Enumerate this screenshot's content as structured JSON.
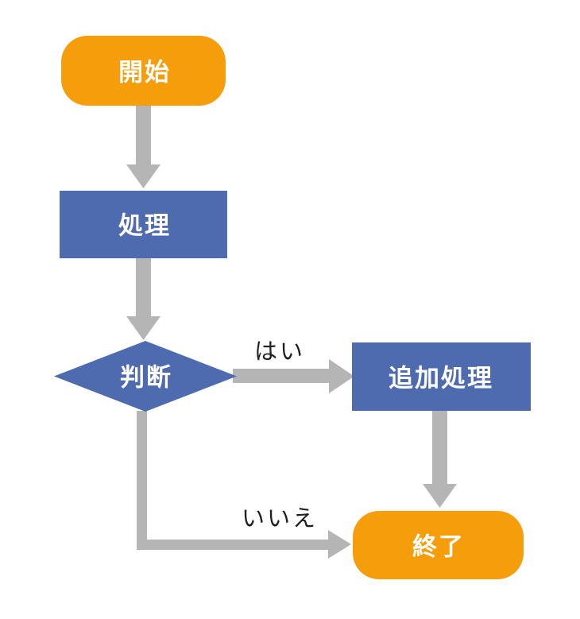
{
  "diagram": {
    "type": "flowchart",
    "background": "#ffffff",
    "colors": {
      "terminal_fill": "#F59D0A",
      "process_fill": "#4F6BB0",
      "arrow": "#B5B5B5",
      "node_text": "#FFFFFF",
      "edge_label_text": "#1F1F1F"
    },
    "nodes": {
      "start": {
        "label": "開始",
        "shape": "rounded-rectangle"
      },
      "process": {
        "label": "処理",
        "shape": "rectangle"
      },
      "decision": {
        "label": "判断",
        "shape": "diamond"
      },
      "extra_process": {
        "label": "追加処理",
        "shape": "rectangle"
      },
      "end": {
        "label": "終了",
        "shape": "rounded-rectangle"
      }
    },
    "edges": [
      {
        "from": "start",
        "to": "process",
        "label": ""
      },
      {
        "from": "process",
        "to": "decision",
        "label": ""
      },
      {
        "from": "decision",
        "to": "extra_process",
        "label": "はい"
      },
      {
        "from": "extra_process",
        "to": "end",
        "label": ""
      },
      {
        "from": "decision",
        "to": "end",
        "label": "いいえ"
      }
    ]
  }
}
